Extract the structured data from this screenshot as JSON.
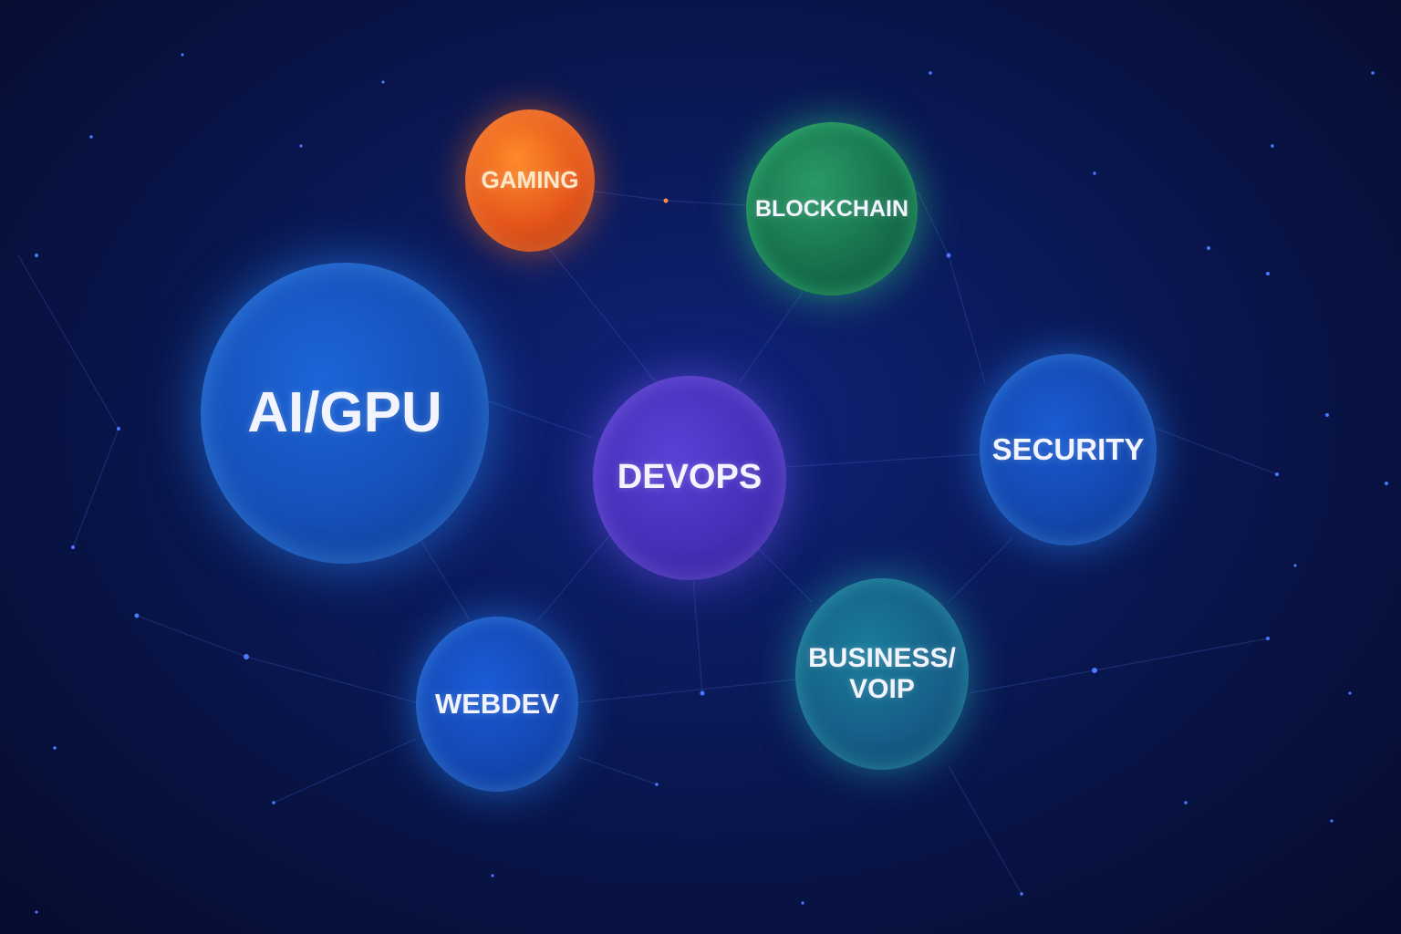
{
  "diagram": {
    "nodes": [
      {
        "id": "gaming",
        "label": "GAMING",
        "color": "#e4551a"
      },
      {
        "id": "blockchain",
        "label": "BLOCKCHAIN",
        "color": "#17704c"
      },
      {
        "id": "ai_gpu",
        "label": "AI/GPU",
        "color": "#1550b8"
      },
      {
        "id": "devops",
        "label": "DEVOPS",
        "color": "#4530b8"
      },
      {
        "id": "security",
        "label": "SECURITY",
        "color": "#1448b0"
      },
      {
        "id": "webdev",
        "label": "WEBDEV",
        "color": "#1448b4"
      },
      {
        "id": "business_voip",
        "label": "BUSINESS/\nVOIP",
        "color": "#165e88"
      }
    ],
    "edges": [
      [
        "gaming",
        "devops"
      ],
      [
        "blockchain",
        "devops"
      ],
      [
        "ai_gpu",
        "devops"
      ],
      [
        "devops",
        "security"
      ],
      [
        "devops",
        "webdev"
      ],
      [
        "devops",
        "business_voip"
      ],
      [
        "ai_gpu",
        "webdev"
      ],
      [
        "security",
        "business_voip"
      ]
    ],
    "background_color": "#0b1a5c",
    "line_color": "#3a5ab8"
  }
}
